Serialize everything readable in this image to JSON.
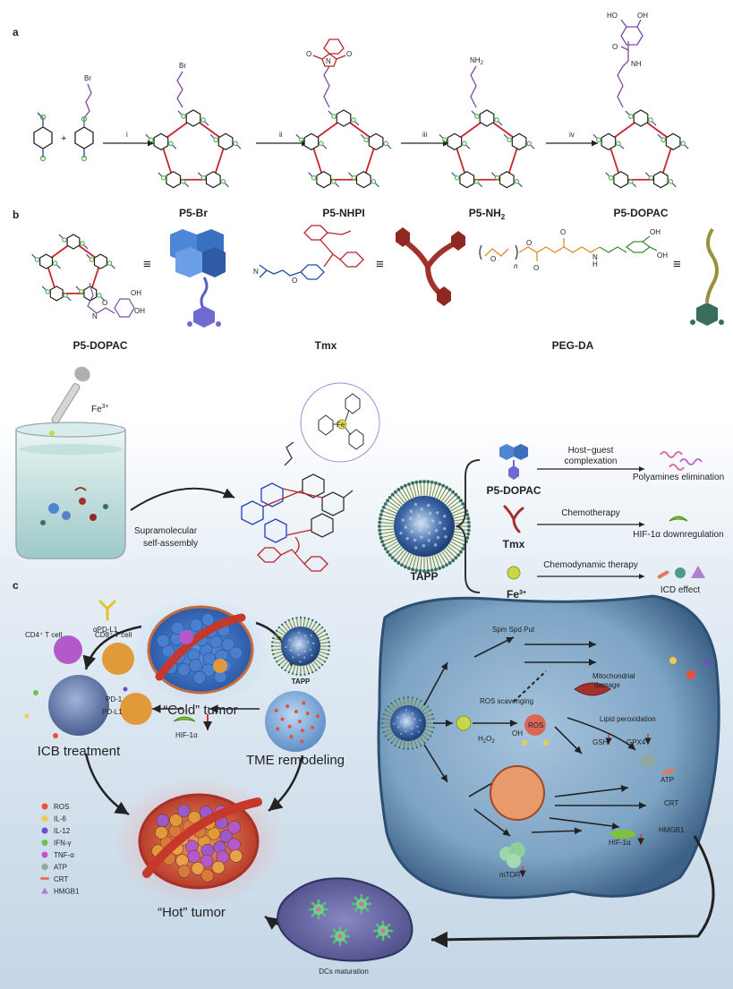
{
  "panel_a": {
    "label": "a",
    "br_atom": "Br",
    "plus": "+",
    "steps": [
      "i",
      "ii",
      "iii",
      "iv"
    ],
    "compounds": [
      "P5-Br",
      "P5-NHPI",
      "P5-NH",
      "P5-DOPAC"
    ],
    "nh2_subscript": "2",
    "atoms": {
      "O": "O",
      "N": "N",
      "NH": "NH",
      "HO": "HO",
      "OH": "OH",
      "NH2": "NH",
      "sub2": "2"
    }
  },
  "panel_b": {
    "label": "b",
    "equiv": "≡",
    "names": [
      "P5-DOPAC",
      "Tmx",
      "PEG-DA"
    ],
    "atoms": {
      "N": "N",
      "O": "O",
      "H": "H",
      "OH": "OH",
      "n": "n"
    },
    "fe": "Fe",
    "fe_sup": "3+",
    "assembly": "Supramolecular",
    "assembly2": "self-assembly",
    "tapp": "TAPP",
    "fe_inner": "Fe",
    "rows": [
      {
        "agent": "P5-DOPAC",
        "method1": "Host−guest",
        "method2": "complexation",
        "effect": "Polyamines elimination"
      },
      {
        "agent": "Tmx",
        "method1": "Chemotherapy",
        "method2": "",
        "effect": "HIF-1α downregulation"
      },
      {
        "agent": "Fe",
        "agent_sup": "3+",
        "method1": "Chemodynamic therapy",
        "method2": "",
        "effect": "ICD effect"
      }
    ]
  },
  "panel_c": {
    "label": "c",
    "cold_tumor": "“Cold” tumor",
    "hot_tumor": "“Hot” tumor",
    "tapp": "TAPP",
    "apdl1": "αPD-L1",
    "cd4": "CD4⁺ T cell",
    "cd8": "CD8⁺ T cell",
    "pd1": "PD-1",
    "pdl1": "PD-L1",
    "hif_left": "HIF-1α",
    "icb": "ICB treatment",
    "tme": "TME remodeling",
    "legend": [
      {
        "label": "ROS",
        "color": "#e8503a",
        "shape": "dot"
      },
      {
        "label": "IL-6",
        "color": "#f2c94c",
        "shape": "dot"
      },
      {
        "label": "IL-12",
        "color": "#6a4fc9",
        "shape": "dot"
      },
      {
        "label": "IFN-γ",
        "color": "#6cc24a",
        "shape": "dot"
      },
      {
        "label": "TNF-α",
        "color": "#d24bd0",
        "shape": "dot"
      },
      {
        "label": "ATP",
        "color": "#8fa9a0",
        "shape": "hex"
      },
      {
        "label": "CRT",
        "color": "#e2795a",
        "shape": "rod"
      },
      {
        "label": "HMGB1",
        "color": "#b07fcf",
        "shape": "tri"
      }
    ],
    "cell": {
      "spm": "Spm Spd Put",
      "mito": "Mitochondrial",
      "mito2": "damage",
      "ros_scav": "ROS scavenging",
      "ros": "ROS",
      "h2o2": "H",
      "h2o2_sub1": "2",
      "h2o2_o": "O",
      "h2o2_sub2": "2",
      "oh": "OH",
      "lipid": "Lipid peroxidation",
      "gsh": "GSH",
      "gpx4": "GPX4",
      "atp": "ATP",
      "crt": "CRT",
      "hmgb1": "HMGB1",
      "hif": "HIF-1α",
      "mtor": "mTOR"
    },
    "dc": "DCs maturation"
  }
}
